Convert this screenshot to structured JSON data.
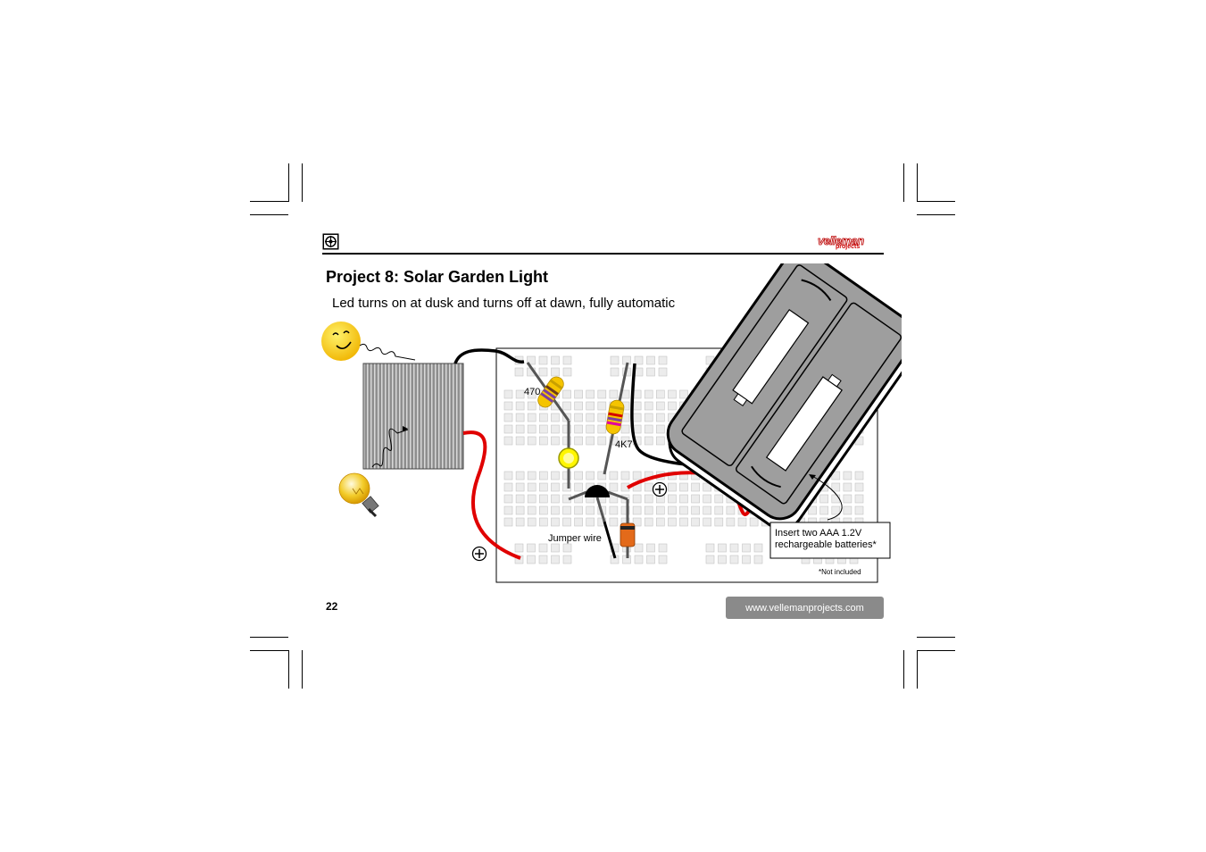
{
  "page": {
    "title": "Project 8: Solar Garden Light",
    "subtitle": "Led turns on at dusk and turns off at dawn, fully automatic",
    "page_number": "22",
    "website": "www.vellemanprojects.com"
  },
  "logo": {
    "name": "velleman",
    "sub": "projects"
  },
  "diagram": {
    "resistor_1_label": "470",
    "resistor_2_label": "4K7",
    "jumper_label": "Jumper wire",
    "battery_note_line1": "Insert two AAA 1.2V",
    "battery_note_line2": "rechargeable batteries*",
    "footnote": "*Not included"
  },
  "colors": {
    "wire_red": "#e00000",
    "wire_black": "#000000",
    "sun_yellow": "#f5c400",
    "url_bar": "#8a8a8a"
  }
}
